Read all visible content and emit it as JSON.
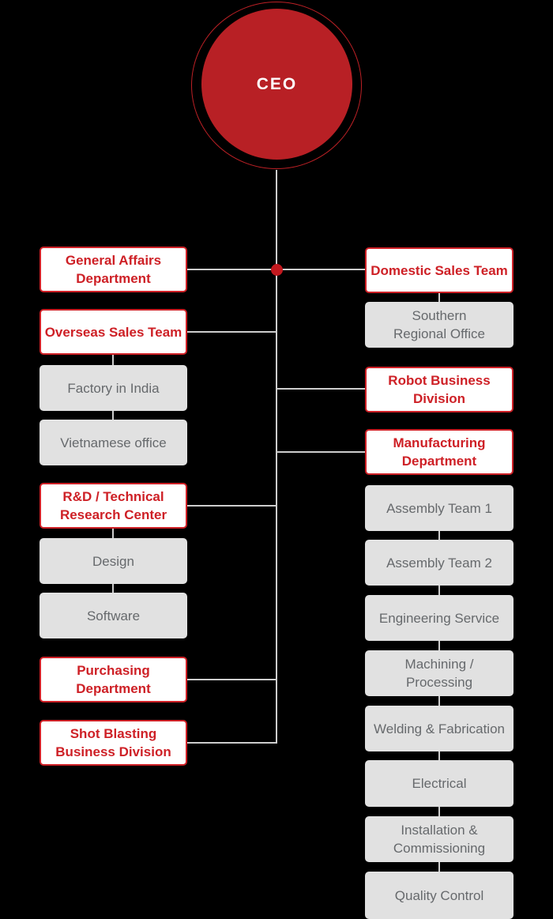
{
  "diagram": {
    "type": "org-chart",
    "colors": {
      "background": "#000000",
      "line": "#cdcdcd",
      "department_red": "#ce2026",
      "ceo_fill": "#b82025",
      "ceo_ring": "#bc2025",
      "junction_dot": "#c2191f",
      "unit_box": "#e1e1e1",
      "unit_text": "#66696c"
    },
    "root": {
      "label": "CEO"
    },
    "left_column": {
      "items": [
        {
          "label": "General Affairs\nDepartment",
          "kind": "department"
        },
        {
          "label": "Overseas Sales Team",
          "kind": "department"
        },
        {
          "label": "Factory in India",
          "kind": "unit"
        },
        {
          "label": "Vietnamese office",
          "kind": "unit"
        },
        {
          "label": "R&D / Technical\nResearch Center",
          "kind": "department"
        },
        {
          "label": "Design",
          "kind": "unit"
        },
        {
          "label": "Software",
          "kind": "unit"
        },
        {
          "label": "Purchasing\nDepartment",
          "kind": "department"
        },
        {
          "label": "Shot Blasting\nBusiness Division",
          "kind": "department"
        }
      ]
    },
    "right_column": {
      "items": [
        {
          "label": "Domestic Sales Team",
          "kind": "department"
        },
        {
          "label": "Southern\nRegional Office",
          "kind": "unit"
        },
        {
          "label": "Robot Business\nDivision",
          "kind": "department"
        },
        {
          "label": "Manufacturing\nDepartment",
          "kind": "department"
        },
        {
          "label": "Assembly Team 1",
          "kind": "unit"
        },
        {
          "label": "Assembly Team 2",
          "kind": "unit"
        },
        {
          "label": "Engineering Service",
          "kind": "unit"
        },
        {
          "label": "Machining /\nProcessing",
          "kind": "unit"
        },
        {
          "label": "Welding & Fabrication",
          "kind": "unit"
        },
        {
          "label": "Electrical",
          "kind": "unit"
        },
        {
          "label": "Installation &\nCommissioning",
          "kind": "unit"
        },
        {
          "label": "Quality Control",
          "kind": "unit"
        }
      ]
    }
  }
}
